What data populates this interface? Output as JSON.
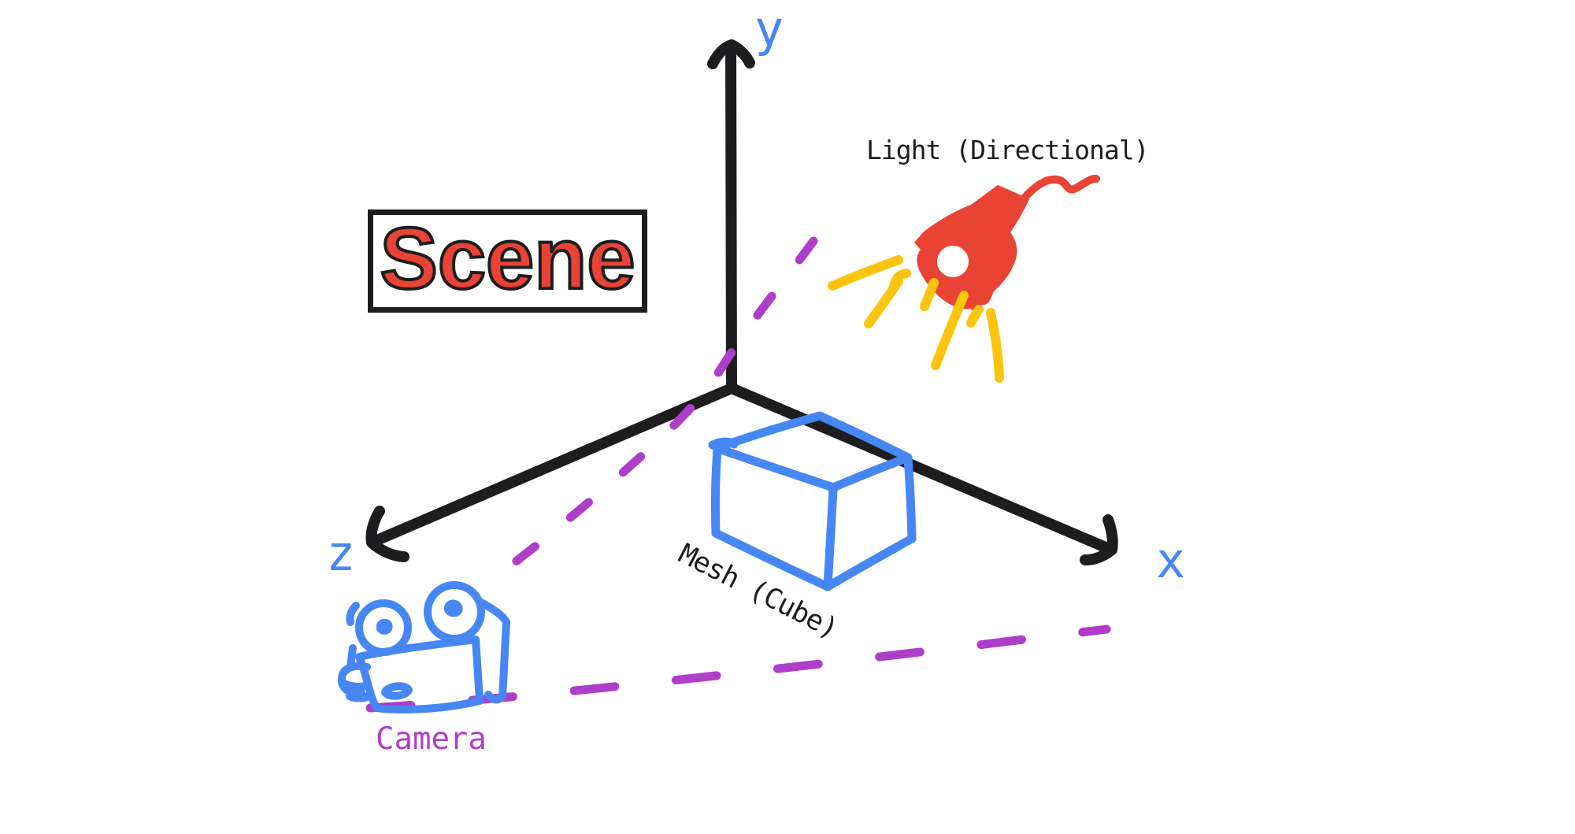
{
  "scene_box": {
    "label": "Scene"
  },
  "axes": {
    "y_label": "y",
    "x_label": "x",
    "z_label": "z"
  },
  "light": {
    "label": "Light (Directional)"
  },
  "mesh": {
    "label": "Mesh (Cube)"
  },
  "camera": {
    "label": "Camera"
  },
  "colors": {
    "ink": "#1D1D1F",
    "blue": "#4687F4",
    "red": "#E94335",
    "yellow": "#FBC40F",
    "purple": "#AE3EC9",
    "background": "#FFFFFF"
  }
}
